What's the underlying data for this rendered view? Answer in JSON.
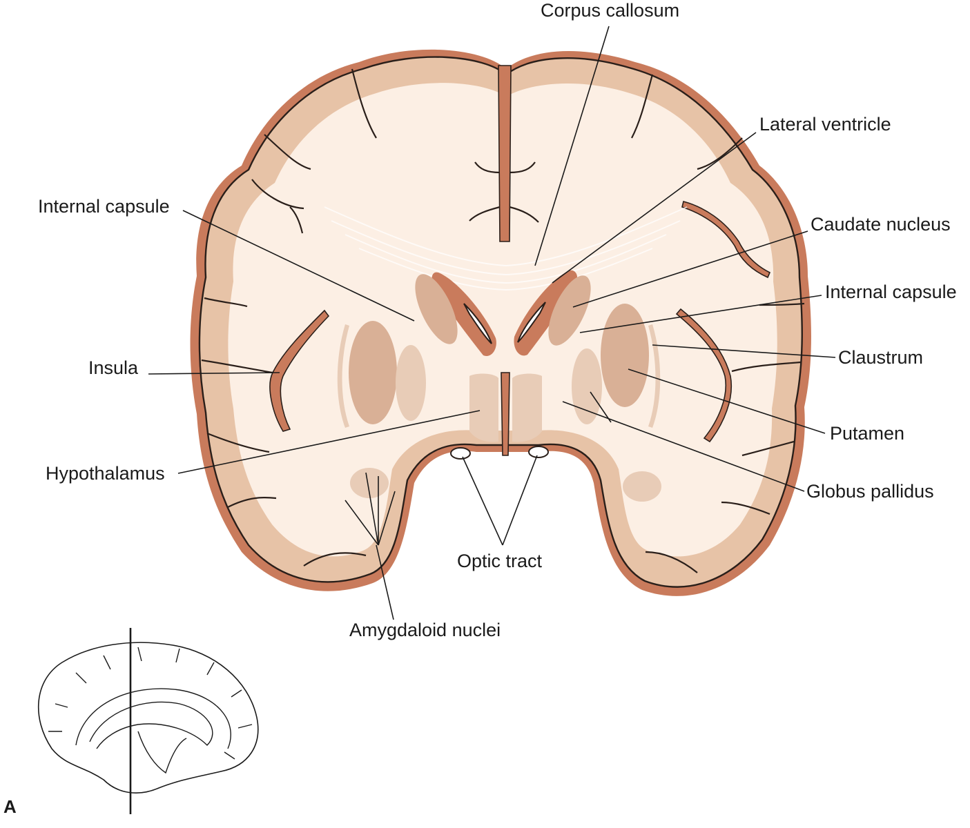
{
  "labels": {
    "corpus_callosum": "Corpus callosum",
    "lateral_ventricle": "Lateral ventricle",
    "internal_capsule_left": "Internal capsule",
    "caudate_nucleus": "Caudate nucleus",
    "internal_capsule_right": "Internal capsule",
    "claustrum": "Claustrum",
    "insula": "Insula",
    "putamen": "Putamen",
    "hypothalamus": "Hypothalamus",
    "globus_pallidus": "Globus pallidus",
    "optic_tract": "Optic tract",
    "amygdaloid_nuclei": "Amygdaloid nuclei"
  },
  "panel_letter": "A",
  "colors": {
    "cortex": "#e7c3a7",
    "meninges": "#c97b5c",
    "white_matter": "#fcefe4",
    "nuclei": "#d9b096",
    "outline": "#2a1f1a"
  }
}
